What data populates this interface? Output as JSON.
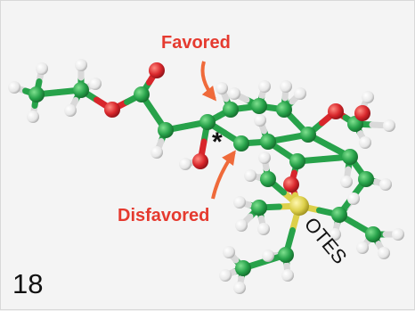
{
  "figure": {
    "compound_number": "18",
    "labels": {
      "favored": "Favored",
      "disfavored": "Disfavored",
      "otes": "OTES",
      "stereocenter_marker": "*"
    },
    "colors": {
      "background": "#f4f4f4",
      "carbon": "#27a24a",
      "hydrogen": "#f2f2f2",
      "oxygen": "#d8262b",
      "silicon": "#ddd04a",
      "arrow": "#ef6a3a",
      "label_red": "#e53a2f"
    }
  }
}
